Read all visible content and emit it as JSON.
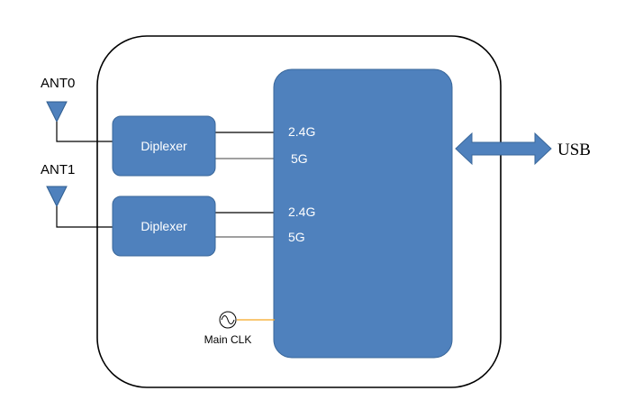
{
  "antennas": [
    {
      "label": "ANT0"
    },
    {
      "label": "ANT1"
    }
  ],
  "diplexers": [
    {
      "label": "Diplexer"
    },
    {
      "label": "Diplexer"
    }
  ],
  "chip_ports": [
    {
      "band_a": "2.4G",
      "band_b": "5G"
    },
    {
      "band_a": "2.4G",
      "band_b": "5G"
    }
  ],
  "usb": {
    "label": "USB"
  },
  "clock": {
    "label": "Main CLK"
  },
  "colors": {
    "block_fill": "#4f81bd",
    "block_stroke": "#3a679a",
    "clock_line": "#f5a623",
    "wire": "#000000",
    "enclosure": "#000000"
  }
}
